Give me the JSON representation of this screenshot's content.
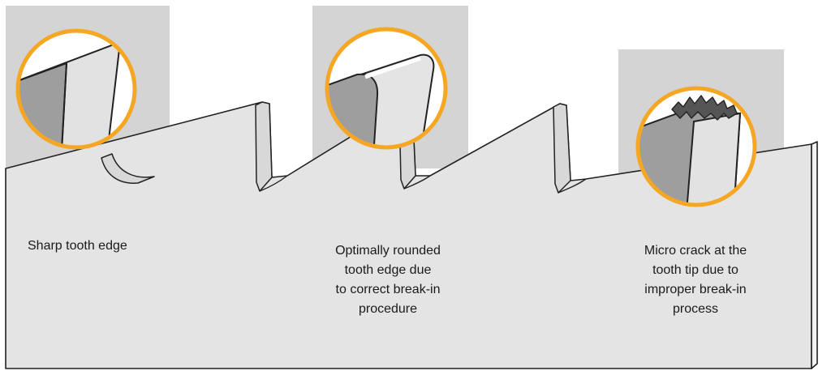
{
  "panels": [
    {
      "id": "sharp",
      "caption_lines": [
        "Sharp tooth edge"
      ]
    },
    {
      "id": "rounded",
      "caption_lines": [
        "Optimally rounded",
        "tooth edge due",
        "to correct break-in",
        "procedure"
      ]
    },
    {
      "id": "crack",
      "caption_lines": [
        "Micro crack at the",
        "tooth tip due to",
        "improper break-in",
        "process"
      ]
    }
  ],
  "colors": {
    "blade_face": "#e4e4e4",
    "blade_side": "#f2f2f2",
    "outline": "#222222",
    "zoom_background": "#d4d4d4",
    "tooth_light": "#e0e0e0",
    "tooth_dark": "#9e9e9e",
    "magnifier_ring": "#f5a623",
    "crack": "#555555"
  },
  "icons": [
    "magnifier-circle-icon"
  ]
}
